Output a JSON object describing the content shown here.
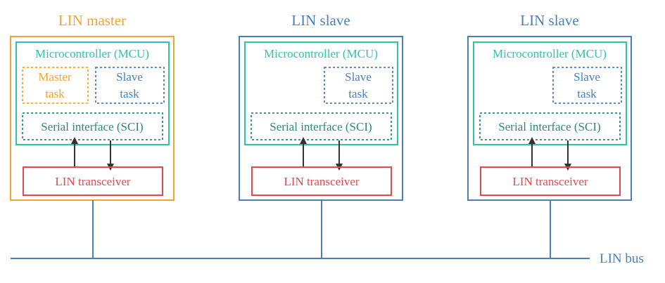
{
  "colors": {
    "master": "#f5a330",
    "slave": "#4a7fbc",
    "mcu": "#2ec4a4",
    "sci": "#2a8a70",
    "transceiver": "#e8464f",
    "arrow": "#333333",
    "bus": "#4a7fbc"
  },
  "nodes": [
    {
      "title": "LIN master",
      "role": "master",
      "mcu_label": "Microcontroller (MCU)",
      "master_task": {
        "line1": "Master",
        "line2": "task"
      },
      "slave_task": {
        "line1": "Slave",
        "line2": "task"
      },
      "sci_label": "Serial interface (SCI)",
      "transceiver_label": "LIN transceiver"
    },
    {
      "title": "LIN slave",
      "role": "slave",
      "mcu_label": "Microcontroller (MCU)",
      "slave_task": {
        "line1": "Slave",
        "line2": "task"
      },
      "sci_label": "Serial interface (SCI)",
      "transceiver_label": "LIN transceiver"
    },
    {
      "title": "LIN slave",
      "role": "slave",
      "mcu_label": "Microcontroller (MCU)",
      "slave_task": {
        "line1": "Slave",
        "line2": "task"
      },
      "sci_label": "Serial interface (SCI)",
      "transceiver_label": "LIN transceiver"
    }
  ],
  "bus": {
    "label": "LIN bus"
  }
}
